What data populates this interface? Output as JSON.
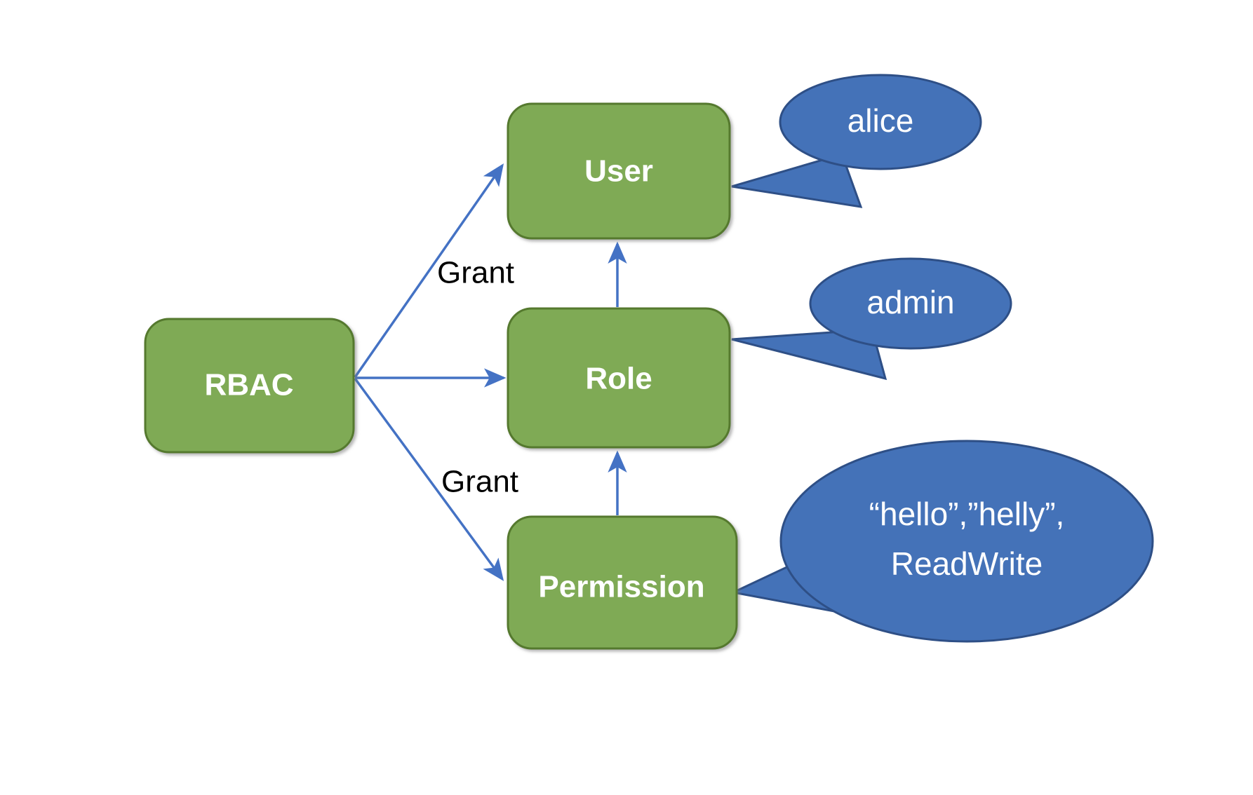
{
  "diagram": {
    "title": "RBAC",
    "background_color": "#ffffff",
    "node_fill_color": "#7FAA55",
    "node_stroke_color": "#55792F",
    "node_text_color": "#ffffff",
    "callout_fill_color": "#4472B8",
    "callout_stroke_color": "#2E4F86",
    "callout_text_color": "#ffffff",
    "arrow_color": "#4472C4",
    "edge_label_color": "#000000"
  },
  "nodes": [
    {
      "id": "rbac",
      "label": "RBAC"
    },
    {
      "id": "user",
      "label": "User"
    },
    {
      "id": "role",
      "label": "Role"
    },
    {
      "id": "permission",
      "label": "Permission"
    }
  ],
  "edges": [
    {
      "id": "rbac-user",
      "from": "RBAC",
      "to": "User",
      "label": ""
    },
    {
      "id": "rbac-role",
      "from": "RBAC",
      "to": "Role",
      "label": ""
    },
    {
      "id": "rbac-permission",
      "from": "RBAC",
      "to": "Permission",
      "label": ""
    },
    {
      "id": "role-user",
      "from": "Role",
      "to": "User",
      "label": "Grant"
    },
    {
      "id": "permission-role",
      "from": "Permission",
      "to": "Role",
      "label": "Grant"
    }
  ],
  "edge_labels": {
    "role_to_user": "Grant",
    "permission_to_role": "Grant"
  },
  "callouts": [
    {
      "id": "user-callout",
      "target": "User",
      "lines": [
        "alice"
      ]
    },
    {
      "id": "role-callout",
      "target": "Role",
      "lines": [
        "admin"
      ]
    },
    {
      "id": "permission-callout",
      "target": "Permission",
      "lines": [
        "“hello”,”helly”,",
        "ReadWrite"
      ]
    }
  ]
}
